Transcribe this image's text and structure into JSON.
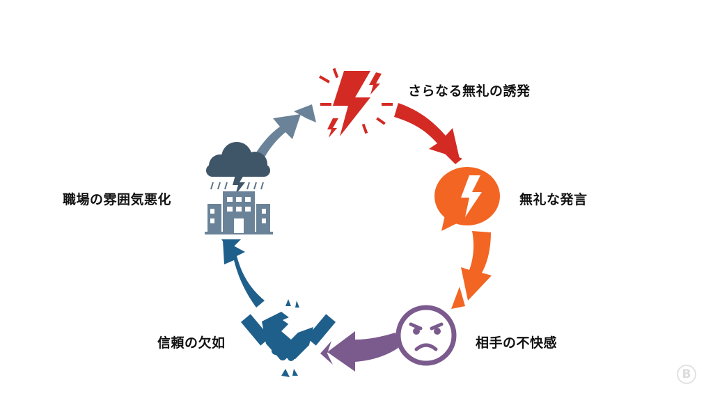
{
  "diagram": {
    "type": "cycle",
    "steps": [
      {
        "id": "rude-remark",
        "label": "無礼な発言",
        "icon": "speech-bubble-lightning-icon",
        "color": "#f26522"
      },
      {
        "id": "discomfort",
        "label": "相手の不快感",
        "icon": "angry-face-icon",
        "color": "#7b5b8e"
      },
      {
        "id": "lack-of-trust",
        "label": "信頼の欠如",
        "icon": "broken-handshake-icon",
        "color": "#1f5f8b"
      },
      {
        "id": "workplace-atmosphere",
        "label": "職場の雰囲気悪化",
        "icon": "storm-cloud-building-icon",
        "color": "#5a7286"
      },
      {
        "id": "further-rudeness",
        "label": "さらなる無礼の誘発",
        "icon": "lightning-burst-icon",
        "color": "#d42a24"
      }
    ],
    "arrows": [
      {
        "from": "further-rudeness",
        "to": "rude-remark",
        "color": "#d42a24"
      },
      {
        "from": "rude-remark",
        "to": "discomfort",
        "color": "#f26522"
      },
      {
        "from": "discomfort",
        "to": "lack-of-trust",
        "color": "#7b5b8e"
      },
      {
        "from": "lack-of-trust",
        "to": "workplace-atmosphere",
        "color": "#1f5f8b"
      },
      {
        "from": "workplace-atmosphere",
        "to": "further-rudeness",
        "color": "#6b8398"
      }
    ]
  },
  "watermark": {
    "glyph": "B",
    "icon": "brand-logo-icon"
  }
}
